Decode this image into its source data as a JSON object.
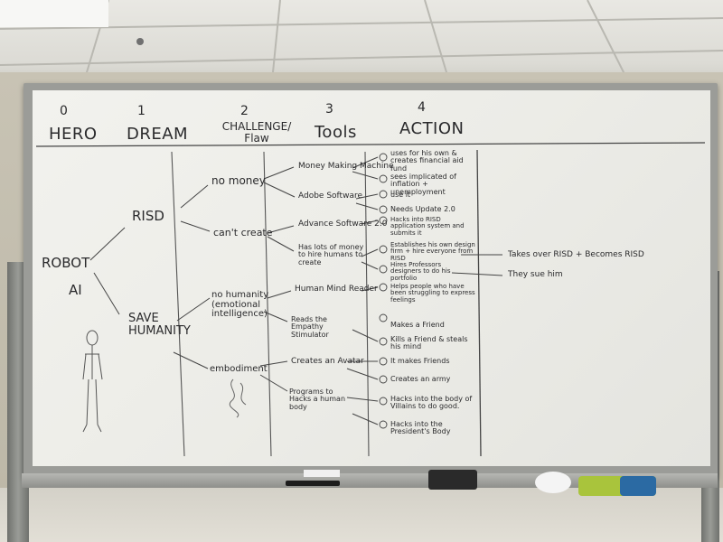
{
  "headers": [
    {
      "num": "0",
      "label": "HERO"
    },
    {
      "num": "1",
      "label": "DREAM"
    },
    {
      "num": "2",
      "label": "CHALLENGE/ Flaw"
    },
    {
      "num": "3",
      "label": "Tools"
    },
    {
      "num": "4",
      "label": "ACTION"
    }
  ],
  "hero": {
    "title": "ROBOT",
    "subtitle": "AI"
  },
  "dreams": [
    "RISD",
    "SAVE HUMANITY"
  ],
  "challenges": [
    "no money",
    "can't create",
    "no humanity (emotional intelligence)",
    "embodiment"
  ],
  "tools": [
    "Money Making Machine",
    "Adobe Software",
    "Advance Software 2.0",
    "Has lots of money to hire humans to create",
    "Human Mind Reader",
    "Reads the Empathy Stimulator",
    "Creates an Avatar",
    "Programs to Hacks a human body"
  ],
  "actions": [
    "uses for his own & creates financial aid fund",
    "sees implicated of inflation + unemployment",
    "use it",
    "Needs Update 2.0",
    "Hacks into RISD application system and submits it",
    "Establishes his own design firm + hire everyone from RISD",
    "Hires Professors designers to do his portfolio",
    "Helps people who have been struggling to express feelings",
    "Makes a Friend",
    "Kills a Friend & steals his mind",
    "It makes Friends",
    "Creates an army",
    "Hacks into the body of Villains to do good.",
    "Hacks into the President's Body"
  ],
  "outcomes": [
    "Takes over RISD + Becomes RISD",
    "They sue him"
  ],
  "colors": {
    "ink": "#2a2a2c",
    "board": "#efefeb",
    "frame": "#9b9c98",
    "wall": "#c2bdae"
  }
}
